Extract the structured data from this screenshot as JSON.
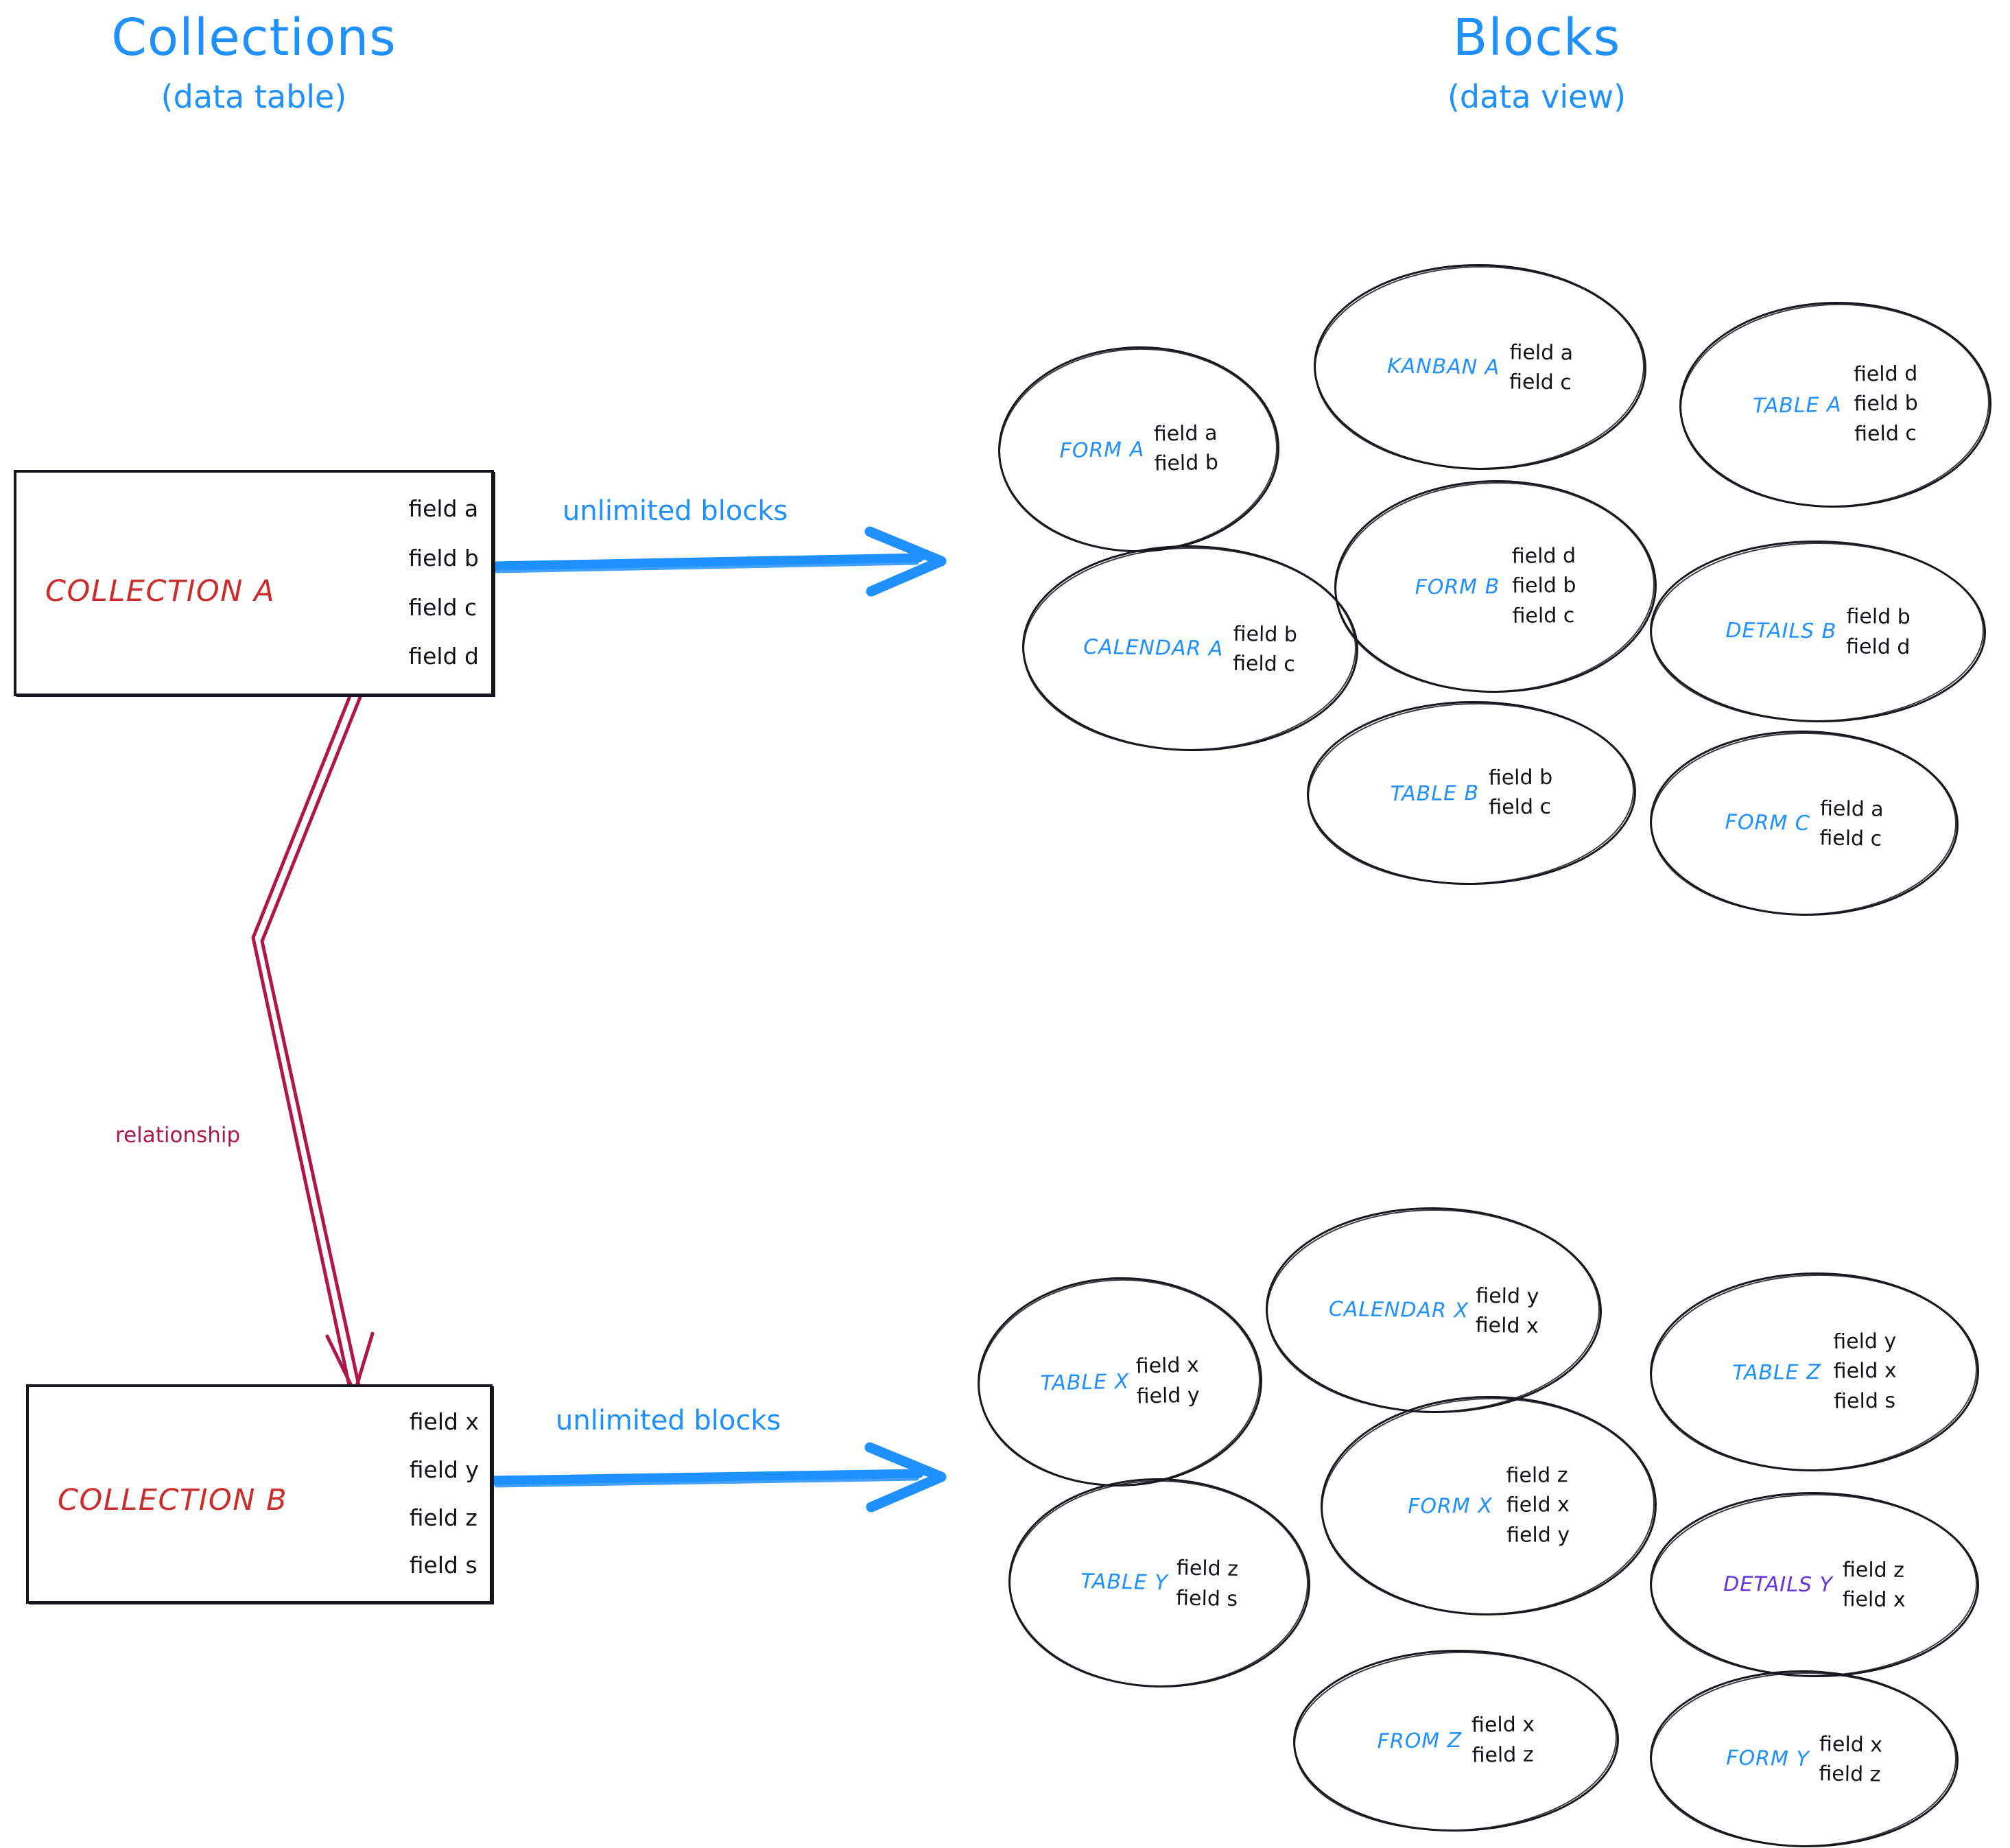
{
  "headings": {
    "left": {
      "main": "Collections",
      "sub": "(data table)"
    },
    "right": {
      "main": "Blocks",
      "sub": "(data view)"
    }
  },
  "colors": {
    "accent_blue": "#1E90FF",
    "collection_red": "#CB2D2D",
    "relationship_crimson": "#B0164C",
    "details_purple": "#6633DD",
    "ink_black": "#16181D"
  },
  "collections": [
    {
      "name": "COLLECTION A",
      "fields": [
        "field a",
        "field b",
        "field c",
        "field d"
      ],
      "arrow_label": "unlimited blocks"
    },
    {
      "name": "COLLECTION B",
      "fields": [
        "field x",
        "field y",
        "field z",
        "field s"
      ],
      "arrow_label": "unlimited blocks"
    }
  ],
  "relationship": {
    "label": "relationship"
  },
  "block_groups": [
    {
      "source": "COLLECTION A",
      "blocks": [
        {
          "label": "FORM A",
          "fields": [
            "field a",
            "field b"
          ],
          "label_color": "blue"
        },
        {
          "label": "KANBAN A",
          "fields": [
            "field a",
            "field c"
          ],
          "label_color": "blue"
        },
        {
          "label": "TABLE A",
          "fields": [
            "field d",
            "field b",
            "field c"
          ],
          "label_color": "blue"
        },
        {
          "label": "CALENDAR A",
          "fields": [
            "field b",
            "field c"
          ],
          "label_color": "blue"
        },
        {
          "label": "FORM B",
          "fields": [
            "field d",
            "field b",
            "field c"
          ],
          "label_color": "blue"
        },
        {
          "label": "DETAILS B",
          "fields": [
            "field b",
            "field d"
          ],
          "label_color": "blue"
        },
        {
          "label": "TABLE B",
          "fields": [
            "field b",
            "field c"
          ],
          "label_color": "blue"
        },
        {
          "label": "FORM C",
          "fields": [
            "field a",
            "field c"
          ],
          "label_color": "blue"
        }
      ]
    },
    {
      "source": "COLLECTION B",
      "blocks": [
        {
          "label": "TABLE X",
          "fields": [
            "field x",
            "field y"
          ],
          "label_color": "blue"
        },
        {
          "label": "CALENDAR X",
          "fields": [
            "field y",
            "field x"
          ],
          "label_color": "blue"
        },
        {
          "label": "TABLE Z",
          "fields": [
            "field y",
            "field x",
            "field s"
          ],
          "label_color": "blue"
        },
        {
          "label": "TABLE Y",
          "fields": [
            "field z",
            "field s"
          ],
          "label_color": "blue"
        },
        {
          "label": "FORM X",
          "fields": [
            "field z",
            "field x",
            "field y"
          ],
          "label_color": "blue"
        },
        {
          "label": "DETAILS Y",
          "fields": [
            "field z",
            "field x"
          ],
          "label_color": "purple"
        },
        {
          "label": "FROM Z",
          "fields": [
            "field x",
            "field z"
          ],
          "label_color": "blue"
        },
        {
          "label": "FORM Y",
          "fields": [
            "field x",
            "field z"
          ],
          "label_color": "blue"
        }
      ]
    }
  ]
}
